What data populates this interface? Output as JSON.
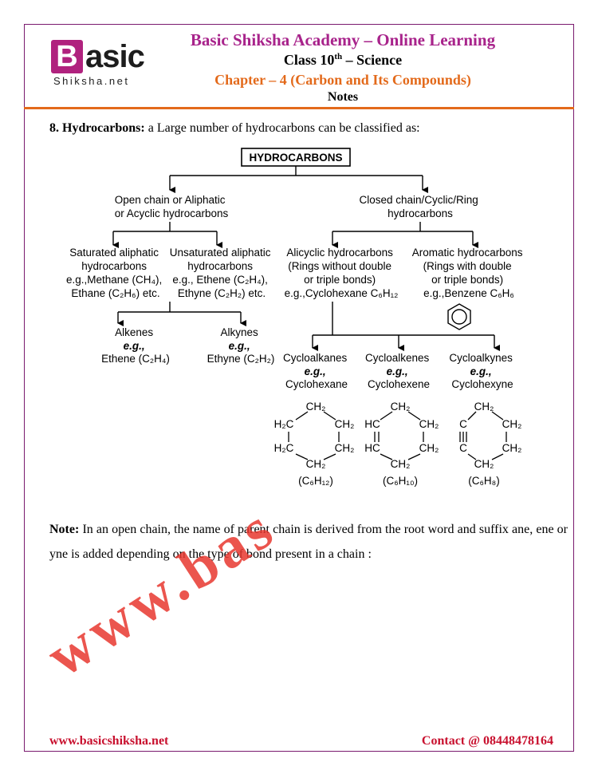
{
  "header": {
    "logo_letter": "B",
    "logo_word": "asic",
    "logo_sub": "Shiksha.net",
    "academy": "Basic Shiksha Academy – Online  Learning",
    "class_prefix": "Class 10",
    "class_sup": "th",
    "class_suffix": " – Science",
    "chapter": "Chapter – 4 (Carbon and Its Compounds)",
    "notes": "Notes"
  },
  "intro": {
    "bold": "8. Hydrocarbons:",
    "text": " a Large number of hydrocarbons can be classified as:"
  },
  "diagram": {
    "root": "HYDROCARBONS",
    "open_chain": [
      "Open chain or Aliphatic",
      "or Acyclic hydrocarbons"
    ],
    "closed_chain": [
      "Closed chain/Cyclic/Ring",
      "hydrocarbons"
    ],
    "saturated": [
      "Saturated aliphatic",
      "hydrocarbons",
      "e.g.,Methane (CH₄),",
      "Ethane (C₂H₆) etc."
    ],
    "unsaturated": [
      "Unsaturated aliphatic",
      "hydrocarbons",
      "e.g., Ethene (C₂H₄),",
      "Ethyne (C₂H₂) etc."
    ],
    "alicyclic": [
      "Alicyclic hydrocarbons",
      "(Rings without double",
      "or triple bonds)",
      "e.g.,Cyclohexane C₆H₁₂"
    ],
    "aromatic": [
      "Aromatic hydrocarbons",
      "(Rings with double",
      "or triple bonds)",
      "e.g.,Benzene C₆H₆"
    ],
    "alkenes": [
      "Alkenes",
      "e.g.,",
      "Ethene (C₂H₄)"
    ],
    "alkynes": [
      "Alkynes",
      "e.g.,",
      "Ethyne (C₂H₂)"
    ],
    "cycloalkanes": [
      "Cycloalkanes",
      "e.g.,",
      "Cyclohexane"
    ],
    "cycloalkenes": [
      "Cycloalkenes",
      "e.g.,",
      "Cyclohexene"
    ],
    "cycloalkynes": [
      "Cycloalkynes",
      "e.g.,",
      "Cyclohexyne"
    ],
    "labels": {
      "ch2": "CH₂",
      "h2c": "H₂C",
      "hc": "HC",
      "c": "C"
    },
    "formulas": [
      "(C₆H₁₂)",
      "(C₆H₁₀)",
      "(C₆H₈)"
    ]
  },
  "note": {
    "bold": "Note:",
    "text": " In an open chain, the name of parent chain is derived from the root word and suffix ane, ene or yne is added depending on the type of bond present in a chain :"
  },
  "watermark": "www.bas",
  "footer": {
    "website": "www.basicshiksha.net",
    "contact": "Contact @  08448478164"
  },
  "colors": {
    "brand_purple": "#a8238b",
    "accent_orange": "#e36a1b",
    "footer_red": "#c8102e"
  }
}
